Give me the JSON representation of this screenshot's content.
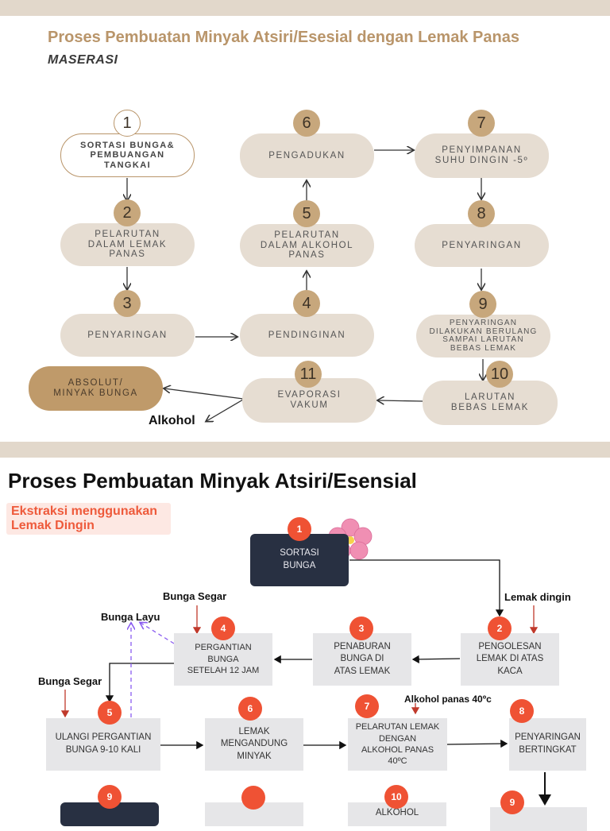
{
  "top": {
    "title": "Proses Pembuatan Minyak Atsiri/Esesial dengan Lemak Panas",
    "subtitle": "MASERASI",
    "steps": [
      {
        "n": "1",
        "label": "SORTASI BUNGA&\nPEMBUANGAN\nTANGKAI"
      },
      {
        "n": "2",
        "label": "PELARUTAN\nDALAM LEMAK\nPANAS"
      },
      {
        "n": "3",
        "label": "PENYARINGAN"
      },
      {
        "n": "4",
        "label": "PENDINGINAN"
      },
      {
        "n": "5",
        "label": "PELARUTAN\nDALAM ALKOHOL\nPANAS"
      },
      {
        "n": "6",
        "label": "PENGADUKAN"
      },
      {
        "n": "7",
        "label": "PENYIMPANAN\nSUHU DINGIN -5º"
      },
      {
        "n": "8",
        "label": "PENYARINGAN"
      },
      {
        "n": "9",
        "label": "PENYARINGAN\nDILAKUKAN BERULANG\nSAMPAI LARUTAN\nBEBAS LEMAK"
      },
      {
        "n": "10",
        "label": "LARUTAN\nBEBAS LEMAK"
      },
      {
        "n": "11",
        "label": "EVAPORASI\nVAKUM"
      }
    ],
    "output": "ABSOLUT/\nMINYAK BUNGA",
    "byproduct": "Alkohol"
  },
  "bottom": {
    "title": "Proses Pembuatan Minyak Atsiri/Esensial",
    "badge": "Ekstraksi menggunakan\nLemak Dingin",
    "steps": [
      {
        "n": "1",
        "label": "SORTASI\nBUNGA"
      },
      {
        "n": "2",
        "label": "PENGOLESAN\nLEMAK DI ATAS\nKACA"
      },
      {
        "n": "3",
        "label": "PENABURAN\nBUNGA DI\nATAS LEMAK"
      },
      {
        "n": "4",
        "label": "PERGANTIAN\nBUNGA\nSETELAH 12 JAM"
      },
      {
        "n": "5",
        "label": "ULANGI PERGANTIAN\nBUNGA 9-10 KALI"
      },
      {
        "n": "6",
        "label": "LEMAK\nMENGANDUNG\nMINYAK"
      },
      {
        "n": "7",
        "label": "PELARUTAN LEMAK\nDENGAN\nALKOHOL PANAS\n40ºC"
      },
      {
        "n": "8",
        "label": "PENYARINGAN\nBERTINGKAT"
      },
      {
        "n": "9",
        "label": ""
      },
      {
        "n": "",
        "label": ""
      },
      {
        "n": "10",
        "label": "ALKOHOL"
      },
      {
        "n": "9",
        "label": ""
      }
    ],
    "annotations": {
      "bunga_segar_1": "Bunga Segar",
      "bunga_layu": "Bunga Layu",
      "bunga_segar_2": "Bunga Segar",
      "lemak_dingin": "Lemak dingin",
      "alkohol_panas": "Alkohol panas 40ºc"
    },
    "colors": {
      "accent": "#ef5234",
      "navy": "#283042",
      "tan": "#c7a77c",
      "beige": "#e6ddd2"
    }
  }
}
